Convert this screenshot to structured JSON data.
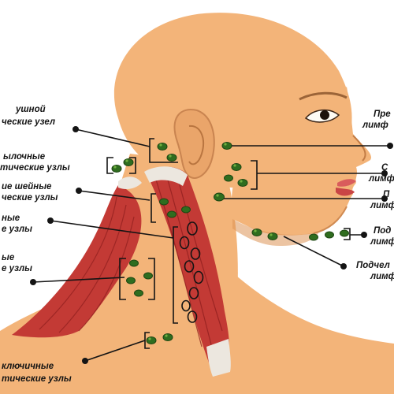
{
  "colors": {
    "skin": "#f3b479",
    "skin_shade": "#dc9356",
    "skin_light": "#f9cc98",
    "muscle": "#c33a35",
    "muscle_dark": "#8e1e1e",
    "tendon": "#ece7df",
    "node_fill": "#2f6d1f",
    "node_hl": "#7fc049",
    "leader": "#141414",
    "text": "#141414"
  },
  "labels": {
    "left": [
      {
        "id": "occipital",
        "lines": [
          "ушной",
          "ческие узел"
        ]
      },
      {
        "id": "supraclavicular_upper",
        "lines": [
          "ылочные",
          "тические узлы"
        ]
      },
      {
        "id": "posterior_cervical",
        "lines": [
          "ие шейные",
          "ческие узлы"
        ]
      },
      {
        "id": "deep_cervical",
        "lines": [
          "ные",
          "е узлы"
        ]
      },
      {
        "id": "lateral_cervical",
        "lines": [
          "ые",
          "е узлы"
        ]
      },
      {
        "id": "supraclavicular",
        "lines": [
          "ключичные",
          "тические узлы"
        ]
      }
    ],
    "right": [
      {
        "id": "preauricular",
        "lines": [
          "Пре",
          "лимф"
        ]
      },
      {
        "id": "parotid",
        "lines": [
          "С",
          "лимф"
        ]
      },
      {
        "id": "submandibular",
        "lines": [
          "П",
          "лимф"
        ]
      },
      {
        "id": "submental",
        "lines": [
          "Под",
          "лимф"
        ]
      },
      {
        "id": "submandibular_lower",
        "lines": [
          "Подчел",
          "лимф"
        ]
      }
    ]
  }
}
